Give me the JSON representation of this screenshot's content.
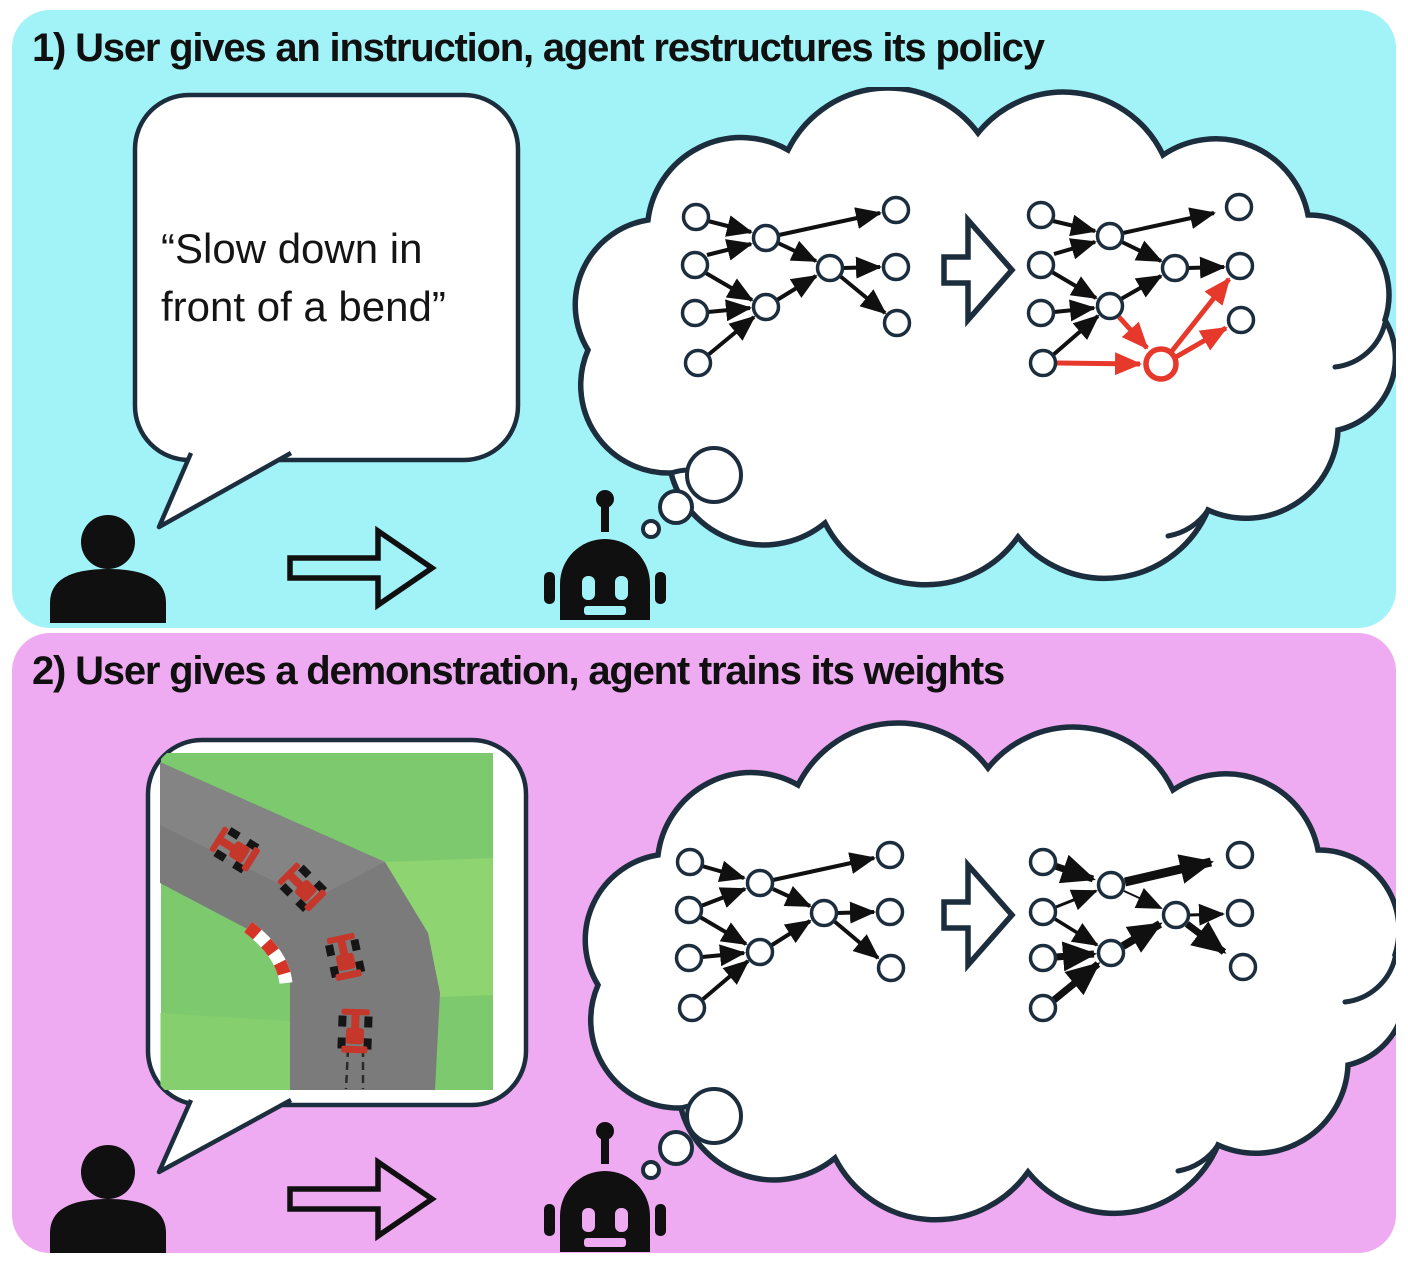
{
  "figure": {
    "type": "two-panel concept diagram",
    "panels_count": 2
  },
  "colors": {
    "panel1_bg": "#a2f3f7",
    "panel2_bg": "#efabf1",
    "outline_navy": "#1c2e3e",
    "ink_black": "#101010",
    "highlight_red": "#e6392b",
    "cloud_white": "#ffffff",
    "grass_green": "#7cc96e",
    "grass_green_light": "#8ed470",
    "road_gray": "#7b7b7b",
    "curb_red": "#d63426",
    "car_red": "#c5372a"
  },
  "panel1": {
    "title": "1) User gives an instruction, agent restructures its policy",
    "speech_bubble": {
      "line1": "“Slow down in",
      "line2": "front of a bend”"
    },
    "icons": {
      "person": "person-icon",
      "speech": "speech-bubble",
      "arrow": "right-arrow-icon",
      "robot": "robot-icon",
      "thought": "thought-cloud",
      "network_before": "neural-network-before",
      "transform": "transform-arrow-icon",
      "network_after": "neural-network-restructured-with-new-red-node"
    }
  },
  "panel2": {
    "title": "2) User gives a demonstration, agent trains its weights",
    "speech_bubble": {
      "content": "car-racing-track-demonstration-image"
    },
    "icons": {
      "person": "person-icon",
      "speech": "speech-bubble",
      "arrow": "right-arrow-icon",
      "robot": "robot-icon",
      "thought": "thought-cloud",
      "network_before": "neural-network-before",
      "transform": "transform-arrow-icon",
      "network_after": "neural-network-with-trained-weight-thicknesses"
    }
  }
}
